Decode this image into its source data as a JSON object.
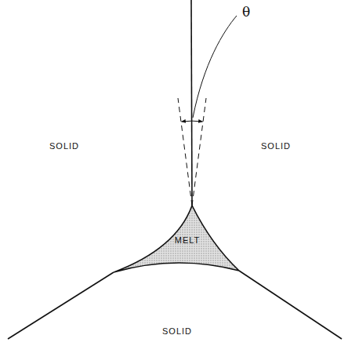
{
  "diagram": {
    "nodes": [
      {
        "text": [
          "MELT"
        ]
      }
    ],
    "labels": [
      "θ",
      "SOLID",
      "SOLID",
      "SOLID"
    ]
  }
}
